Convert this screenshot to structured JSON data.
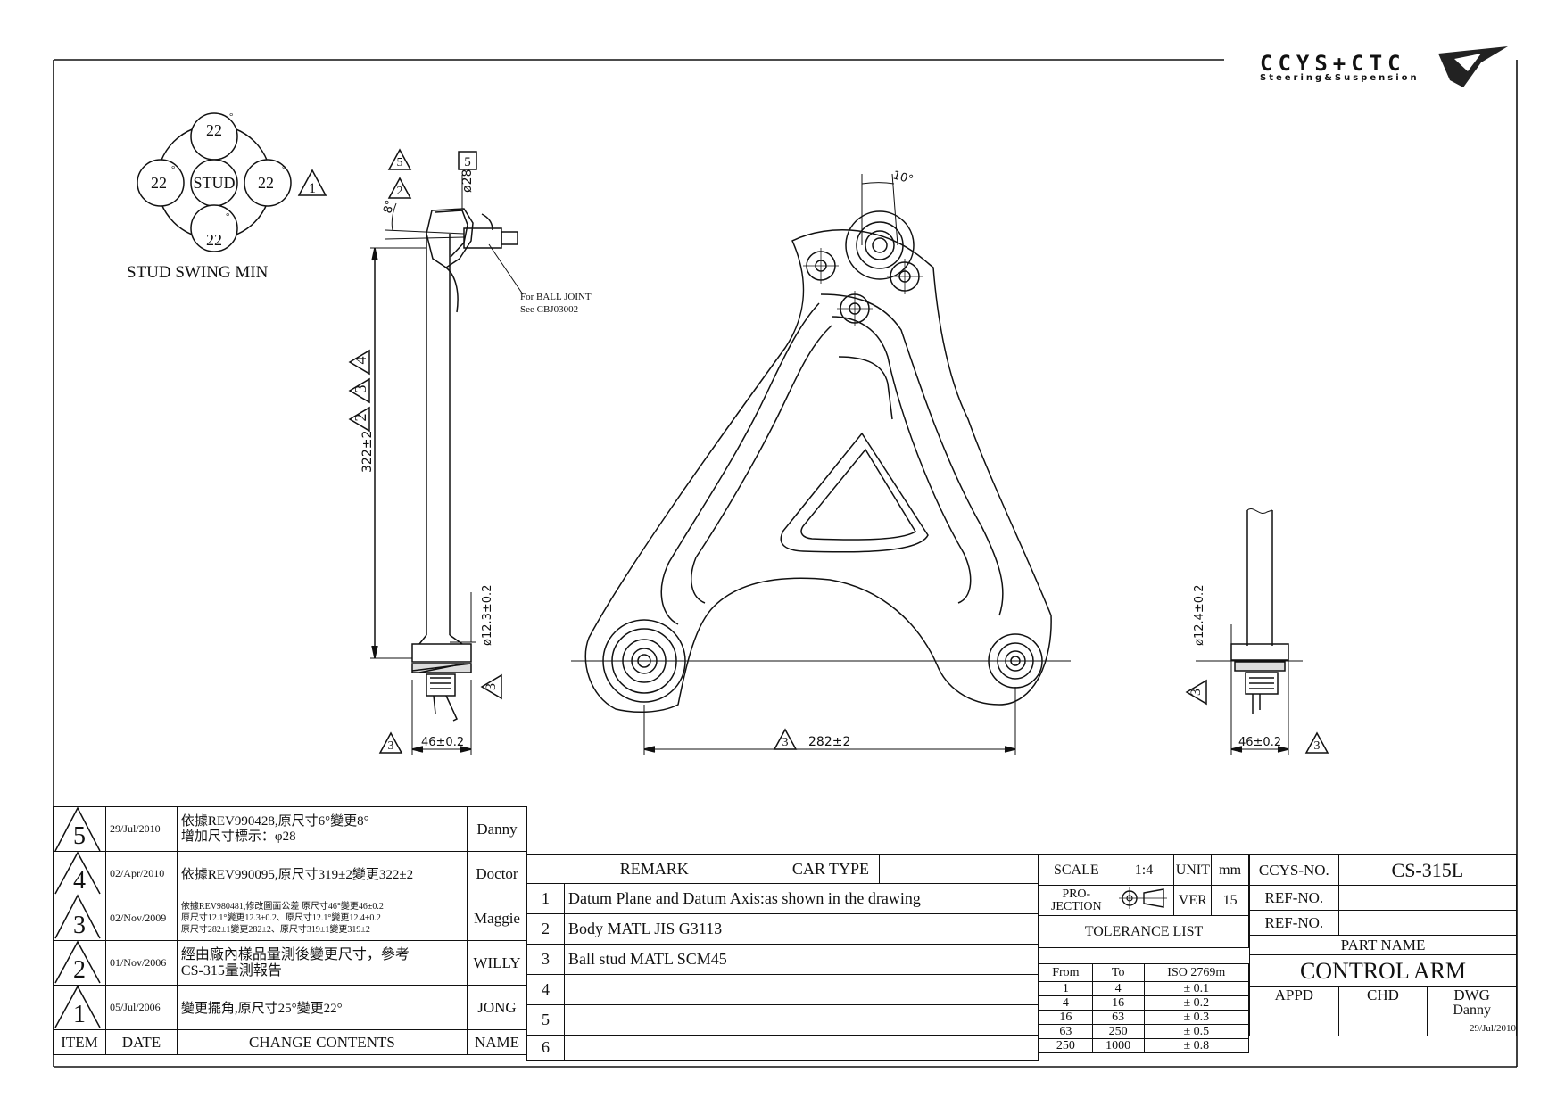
{
  "logo": {
    "text": "CCYS+CTC",
    "subtitle": "Steering&Suspension"
  },
  "stud_swing": {
    "label": "STUD SWING MIN",
    "center": "STUD",
    "top": "22",
    "left": "22",
    "right": "22",
    "bottom": "22",
    "degree_mark": "°",
    "rev_tag": "1"
  },
  "side_view": {
    "rev_tags": [
      "5",
      "2",
      "4",
      "3",
      "2",
      "3",
      "3"
    ],
    "boxed_tag": "5",
    "dia_label": "ø28",
    "angle_label": "8°",
    "length_label": "322±2",
    "stud_dia_label": "ø12.3±0.2",
    "width_label": "46±0.2",
    "ball_joint_note_line1": "For BALL JOINT",
    "ball_joint_note_line2": "See CBJ03002"
  },
  "front_view": {
    "angle_label": "10°",
    "span_label": "282±2",
    "span_rev_tag": "3"
  },
  "right_view": {
    "dia_label": "ø12.4±0.2",
    "width_label": "46±0.2",
    "rev_tags": [
      "3",
      "3"
    ]
  },
  "revision_table": {
    "headers": {
      "item": "ITEM",
      "date": "DATE",
      "contents": "CHANGE CONTENTS",
      "name": "NAME"
    },
    "rows": [
      {
        "item": "5",
        "date": "29/Jul/2010",
        "contents_1": "依據REV990428,原尺寸6°變更8°",
        "contents_2": "增加尺寸標示：φ28",
        "contents_3": "",
        "name": "Danny"
      },
      {
        "item": "4",
        "date": "02/Apr/2010",
        "contents_1": "依據REV990095,原尺寸319±2變更322±2",
        "contents_2": "",
        "contents_3": "",
        "name": "Doctor"
      },
      {
        "item": "3",
        "date": "02/Nov/2009",
        "contents_1": "依據REV980481,修改圖面公差 原尺寸46°變更46±0.2",
        "contents_2": "原尺寸12.1°變更12.3±0.2、原尺寸12.1°變更12.4±0.2",
        "contents_3": "原尺寸282±1變更282±2、原尺寸319±1變更319±2",
        "name": "Maggie"
      },
      {
        "item": "2",
        "date": "01/Nov/2006",
        "contents_1": "經由廠內樣品量測後變更尺寸，參考",
        "contents_2": "CS-315量測報告",
        "contents_3": "",
        "name": "WILLY"
      },
      {
        "item": "1",
        "date": "05/Jul/2006",
        "contents_1": "變更擺角,原尺寸25°變更22°",
        "contents_2": "",
        "contents_3": "",
        "name": "JONG"
      }
    ]
  },
  "remarks": {
    "header_remark": "REMARK",
    "header_car_type": "CAR TYPE",
    "rows": [
      {
        "no": "1",
        "text": "Datum Plane and Datum Axis:as shown in the drawing"
      },
      {
        "no": "2",
        "text": "Body MATL JIS G3113"
      },
      {
        "no": "3",
        "text": "Ball stud MATL SCM45"
      },
      {
        "no": "4",
        "text": ""
      },
      {
        "no": "5",
        "text": ""
      },
      {
        "no": "6",
        "text": ""
      }
    ]
  },
  "title_block": {
    "scale_label": "SCALE",
    "scale_value": "1:4",
    "unit_label": "UNIT",
    "unit_value": "mm",
    "projection_label_1": "PRO-",
    "projection_label_2": "JECTION",
    "ver_label": "VER",
    "ver_value": "15",
    "tolerance_title": "TOLERANCE LIST",
    "tol_headers": {
      "from": "From",
      "to": "To",
      "iso": "ISO 2769m"
    },
    "tolerances": [
      {
        "from": "1",
        "to": "4",
        "tol": "± 0.1"
      },
      {
        "from": "4",
        "to": "16",
        "tol": "± 0.2"
      },
      {
        "from": "16",
        "to": "63",
        "tol": "± 0.3"
      },
      {
        "from": "63",
        "to": "250",
        "tol": "± 0.5"
      },
      {
        "from": "250",
        "to": "1000",
        "tol": "± 0.8"
      }
    ],
    "ccys_no_label": "CCYS-NO.",
    "ccys_no_value": "CS-315L",
    "ref_no_label_1": "REF-NO.",
    "ref_no_label_2": "REF-NO.",
    "part_name_label": "PART NAME",
    "part_name_value": "CONTROL ARM",
    "appd_label": "APPD",
    "chd_label": "CHD",
    "dwg_label": "DWG",
    "dwg_name": "Danny",
    "dwg_date": "29/Jul/2010"
  }
}
